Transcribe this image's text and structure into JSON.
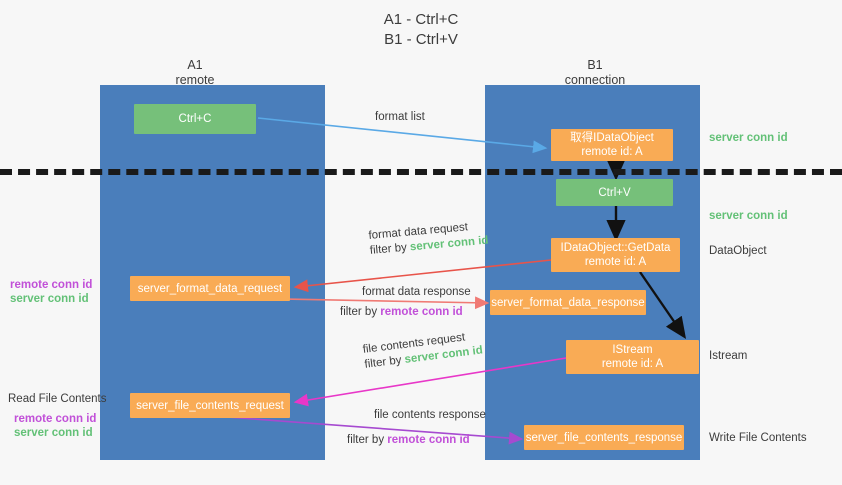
{
  "title": {
    "line1": "A1 - Ctrl+C",
    "line2": "B1 - Ctrl+V"
  },
  "columns": [
    {
      "name": "A1",
      "sub": "remote"
    },
    {
      "name": "B1",
      "sub": "connection"
    }
  ],
  "nodes": {
    "ctrl_c": "Ctrl+C",
    "ctrl_v": "Ctrl+V",
    "idataobject_top_l1": "取得IDataObject",
    "idataobject_top_l2": "remote id: A",
    "getdata_l1": "IDataObject::GetData",
    "getdata_l2": "remote id: A",
    "istream_l1": "IStream",
    "istream_l2": "remote id: A",
    "server_format_data_request": "server_format_data_request",
    "server_format_data_response": "server_format_data_response",
    "server_file_contents_request": "server_file_contents_request",
    "server_file_contents_response": "server_file_contents_response"
  },
  "edge_labels": {
    "format_list": "format list",
    "format_data_request": "format data request",
    "format_data_request_filter_prefix": "filter by",
    "format_data_request_filter_key": "server conn id",
    "format_data_response": "format data response",
    "format_data_response_filter_prefix": "filter by",
    "format_data_response_filter_key": "remote conn id",
    "file_contents_request": "file contents request",
    "file_contents_request_filter_prefix": "filter by",
    "file_contents_request_filter_key": "server conn id",
    "file_contents_response": "file contents response",
    "file_contents_response_filter_prefix": "filter by",
    "file_contents_response_filter_key": "remote conn id"
  },
  "right_labels": {
    "server_conn_id_top": "server conn id",
    "server_conn_id_mid": "server conn id",
    "dataobject": "DataObject",
    "istream": "Istream",
    "write_file_contents": "Write File Contents"
  },
  "left_labels": {
    "remote_conn_id_1": "remote conn id",
    "server_conn_id_1": "server conn id",
    "read_file_contents": "Read File Contents",
    "remote_conn_id_2": "remote conn id",
    "server_conn_id_2": "server conn id"
  },
  "colors": {
    "lane": "#4a7ebb",
    "orange": "#f9ab55",
    "green_node": "#76c07a",
    "green_text": "#63c177",
    "purple_text": "#c150d8",
    "blue_arrow": "#5aa9e6",
    "red_arrow": "#e8544a",
    "salmon_arrow": "#f07a74",
    "magenta_arrow": "#e837c8",
    "violet_arrow": "#a64ad0",
    "black_arrow": "#111111",
    "background": "#f7f7f7"
  }
}
